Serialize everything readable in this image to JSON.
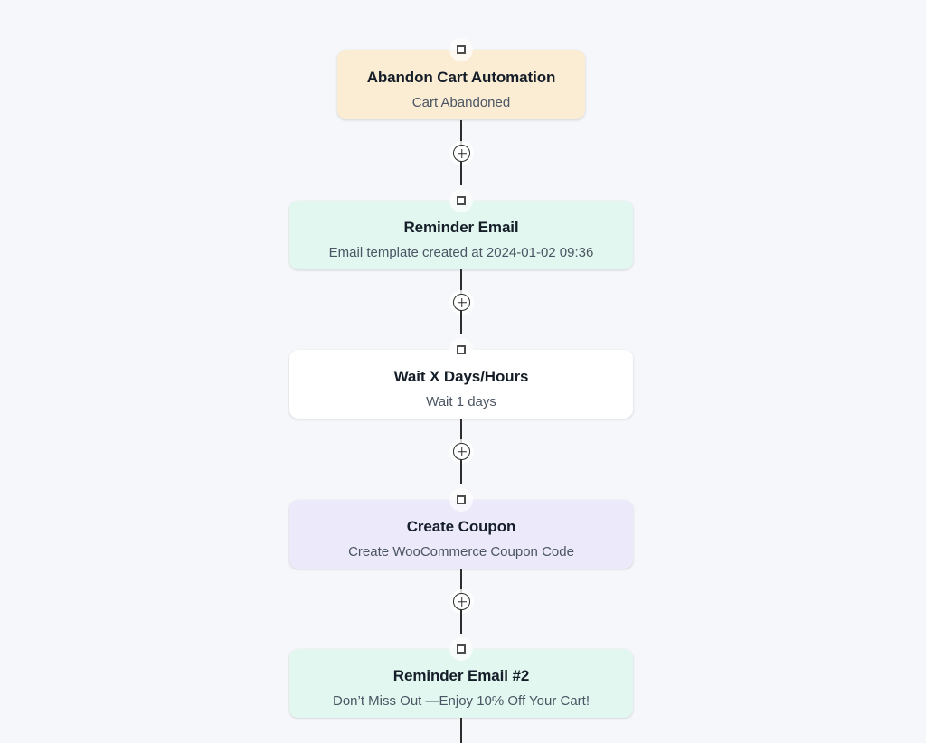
{
  "canvas": {
    "background": "#f5f7fa",
    "edge_color": "#2d2d2d"
  },
  "flow": {
    "nodes": [
      {
        "id": "trigger",
        "title": "Abandon Cart Automation",
        "subtitle": "Cart Abandoned",
        "bg": "#faedd4"
      },
      {
        "id": "reminder-email",
        "title": "Reminder Email",
        "subtitle": "Email template created at 2024-01-02 09:36",
        "bg": "#e2f7f0"
      },
      {
        "id": "wait",
        "title": "Wait X Days/Hours",
        "subtitle": "Wait 1 days",
        "bg": "#ffffff"
      },
      {
        "id": "create-coupon",
        "title": "Create Coupon",
        "subtitle": "Create WooCommerce Coupon Code",
        "bg": "#ece9fa"
      },
      {
        "id": "reminder-email-2",
        "title": "Reminder Email #2",
        "subtitle": "Don’t Miss Out —Enjoy 10% Off Your Cart!",
        "bg": "#e2f7f0"
      }
    ],
    "icons": {
      "add_step": "plus-icon",
      "connection_handle": "square-handle-icon"
    }
  }
}
